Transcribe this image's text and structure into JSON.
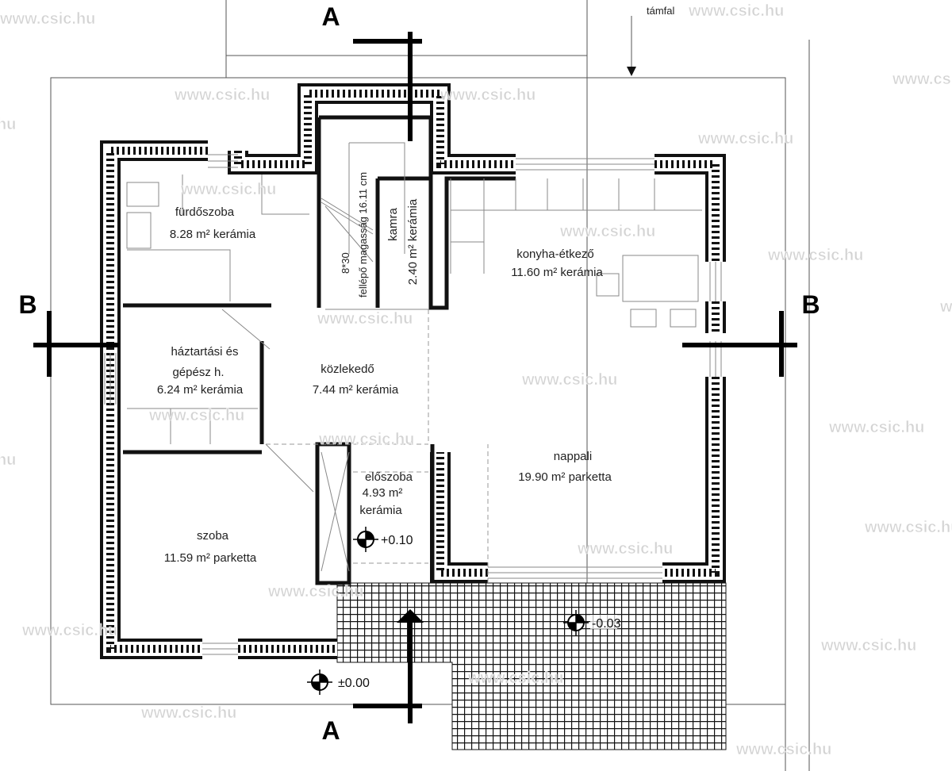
{
  "sections": {
    "a_top": "A",
    "a_bottom": "A",
    "b_left": "B",
    "b_right": "B"
  },
  "annotations": {
    "retaining_wall": "támfal"
  },
  "rooms": {
    "bathroom": {
      "name": "fürdőszoba",
      "area": "8.28 m² kerámia"
    },
    "utility": {
      "name1": "háztartási és",
      "name2": "gépész h.",
      "area": "6.24 m² kerámia"
    },
    "hallway": {
      "name": "közlekedő",
      "area": "7.44 m² kerámia"
    },
    "bedroom": {
      "name": "szoba",
      "area": "11.59 m² parketta"
    },
    "entrance": {
      "name": "előszoba",
      "area": "4.93 m²",
      "floor": "kerámia"
    },
    "living": {
      "name": "nappali",
      "area": "19.90 m² parketta"
    },
    "kitchen": {
      "name": "konyha-étkező",
      "area": "11.60 m² kerámia"
    },
    "pantry": {
      "name": "kamra",
      "area": "2.40 m² kerámia"
    },
    "stairs": {
      "steps": "8*30",
      "riser": "fellépő magasság 16.11 cm"
    }
  },
  "levels": {
    "entrance": "+0.10",
    "ground": "±0.00",
    "terrace": "-0.03"
  },
  "watermark": "www.csic.hu"
}
